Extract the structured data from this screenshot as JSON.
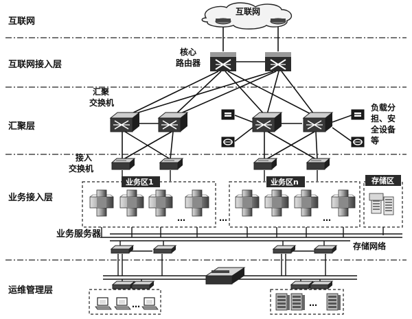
{
  "layers": [
    "互联网",
    "互联网接入层",
    "汇聚层",
    "业务接入层",
    "运维管理层"
  ],
  "cloud_label": "互联网",
  "core_router_label": [
    "核心",
    "路由器"
  ],
  "aggregation_switch_label": [
    "汇聚",
    "交换机"
  ],
  "access_switch_label": [
    "接入",
    "交换机"
  ],
  "security_devices_label": [
    "负载分",
    "担、安",
    "全设备",
    "等"
  ],
  "zones": {
    "zone1": "业务区1",
    "zone_n": "业务区n",
    "storage": "存储区"
  },
  "ellipsis": "…",
  "business_servers_label": "业务服务器",
  "storage_network_label": "存储网络"
}
